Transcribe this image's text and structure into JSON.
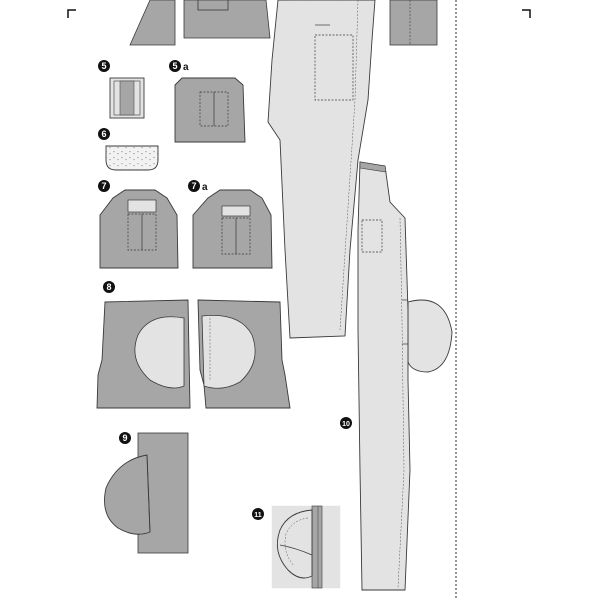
{
  "steps": [
    {
      "number": "5",
      "suffix": ""
    },
    {
      "number": "5",
      "suffix": "a"
    },
    {
      "number": "6",
      "suffix": ""
    },
    {
      "number": "7",
      "suffix": ""
    },
    {
      "number": "7",
      "suffix": "a"
    },
    {
      "number": "8",
      "suffix": ""
    },
    {
      "number": "9",
      "suffix": ""
    },
    {
      "number": "10",
      "suffix": ""
    },
    {
      "number": "11",
      "suffix": ""
    }
  ],
  "colors": {
    "fabric_right_side": "#a6a6a6",
    "fabric_wrong_side": "#e3e3e3",
    "outline": "#3a3a3a",
    "badge": "#111111",
    "background": "#ffffff"
  }
}
